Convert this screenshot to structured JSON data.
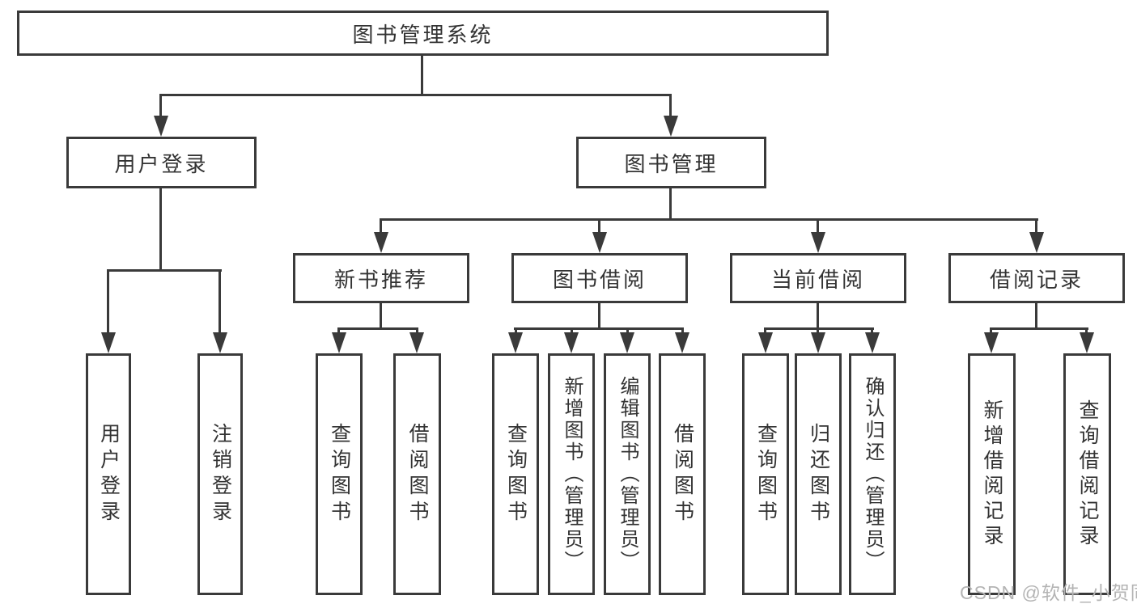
{
  "watermark": "CSDN @软件_小贺同学",
  "colors": {
    "line": "#3a3a3a",
    "text": "#333333",
    "watermark_text": "#b4b4b4",
    "background": "#ffffff"
  },
  "hierarchy": {
    "label": "图书管理系统",
    "children": [
      {
        "label": "用户登录",
        "children": [
          {
            "label": "用户登录"
          },
          {
            "label": "注销登录"
          }
        ]
      },
      {
        "label": "图书管理",
        "children": [
          {
            "label": "新书推荐",
            "children": [
              {
                "label": "查询图书"
              },
              {
                "label": "借阅图书"
              }
            ]
          },
          {
            "label": "图书借阅",
            "children": [
              {
                "label": "查询图书"
              },
              {
                "label": "新增图书（管理员）"
              },
              {
                "label": "编辑图书（管理员）"
              },
              {
                "label": "借阅图书"
              }
            ]
          },
          {
            "label": "当前借阅",
            "children": [
              {
                "label": "查询图书"
              },
              {
                "label": "归还图书"
              },
              {
                "label": "确认归还（管理员）"
              }
            ]
          },
          {
            "label": "借阅记录",
            "children": [
              {
                "label": "新增借阅记录"
              },
              {
                "label": "查询借阅记录"
              }
            ]
          }
        ]
      }
    ]
  }
}
